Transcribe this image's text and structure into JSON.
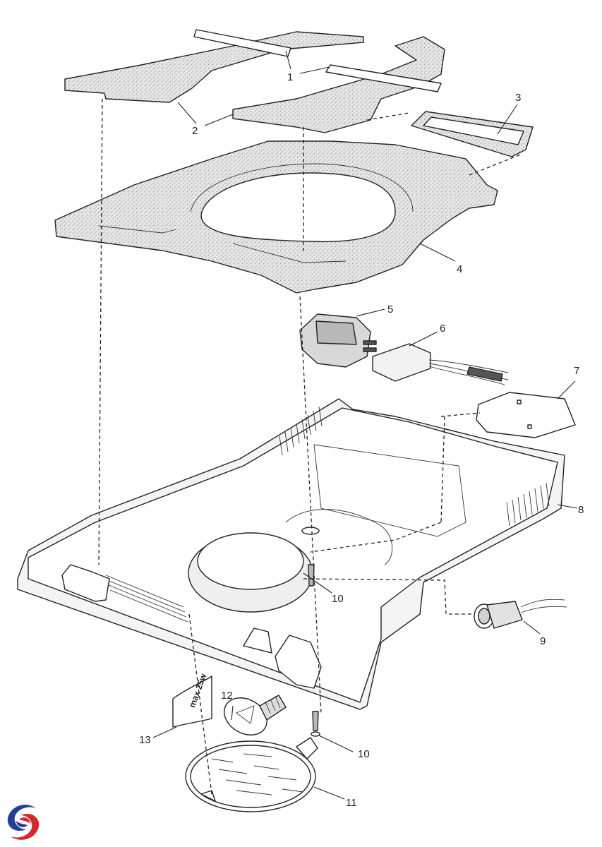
{
  "diagram": {
    "callouts": [
      {
        "id": "1",
        "text": "1"
      },
      {
        "id": "2",
        "text": "2"
      },
      {
        "id": "3",
        "text": "3"
      },
      {
        "id": "4",
        "text": "4"
      },
      {
        "id": "5",
        "text": "5"
      },
      {
        "id": "6",
        "text": "6"
      },
      {
        "id": "7",
        "text": "7"
      },
      {
        "id": "8",
        "text": "8"
      },
      {
        "id": "9",
        "text": "9"
      },
      {
        "id": "10a",
        "text": "10"
      },
      {
        "id": "10b",
        "text": "10"
      },
      {
        "id": "11",
        "text": "11"
      },
      {
        "id": "12",
        "text": "12"
      },
      {
        "id": "13",
        "text": "13"
      }
    ],
    "bulb_label": "max 25w"
  },
  "brand": {
    "logo_icon": "swirl-logo-icon",
    "colors": {
      "blue": "#1f3f9a",
      "red": "#d8262e"
    }
  }
}
